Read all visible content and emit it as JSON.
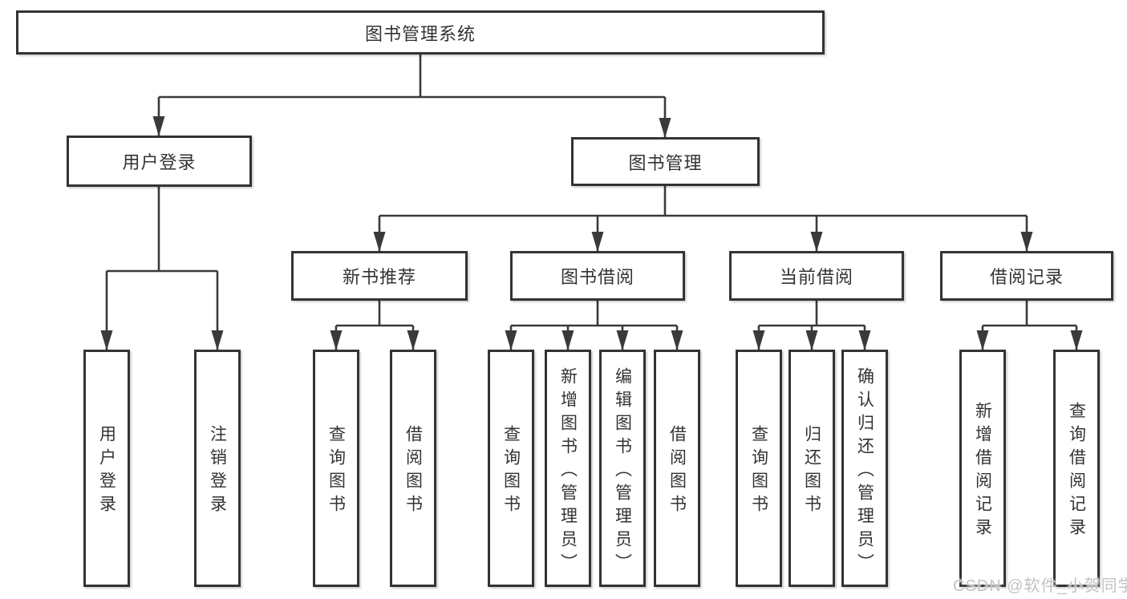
{
  "diagram": {
    "root": "图书管理系统",
    "level2": [
      "用户登录",
      "图书管理"
    ],
    "level3": [
      "新书推荐",
      "图书借阅",
      "当前借阅",
      "借阅记录"
    ],
    "leaves": {
      "user_login": [
        "用户登录",
        "注销登录"
      ],
      "new_book": [
        "查询图书",
        "借阅图书"
      ],
      "book_borrow": [
        "查询图书",
        "新增图书（管理员）",
        "编辑图书（管理员）",
        "借阅图书"
      ],
      "current_borrow": [
        "查询图书",
        "归还图书",
        "确认归还（管理员）"
      ],
      "borrow_records": [
        "新增借阅记录",
        "查询借阅记录"
      ]
    }
  },
  "watermark": "CSDN @软件_小贺同学",
  "colors": {
    "line": "#3a3a3a",
    "box_border": "#333333",
    "text": "#333333",
    "watermark": "#c2c2c2",
    "background": "#ffffff"
  }
}
